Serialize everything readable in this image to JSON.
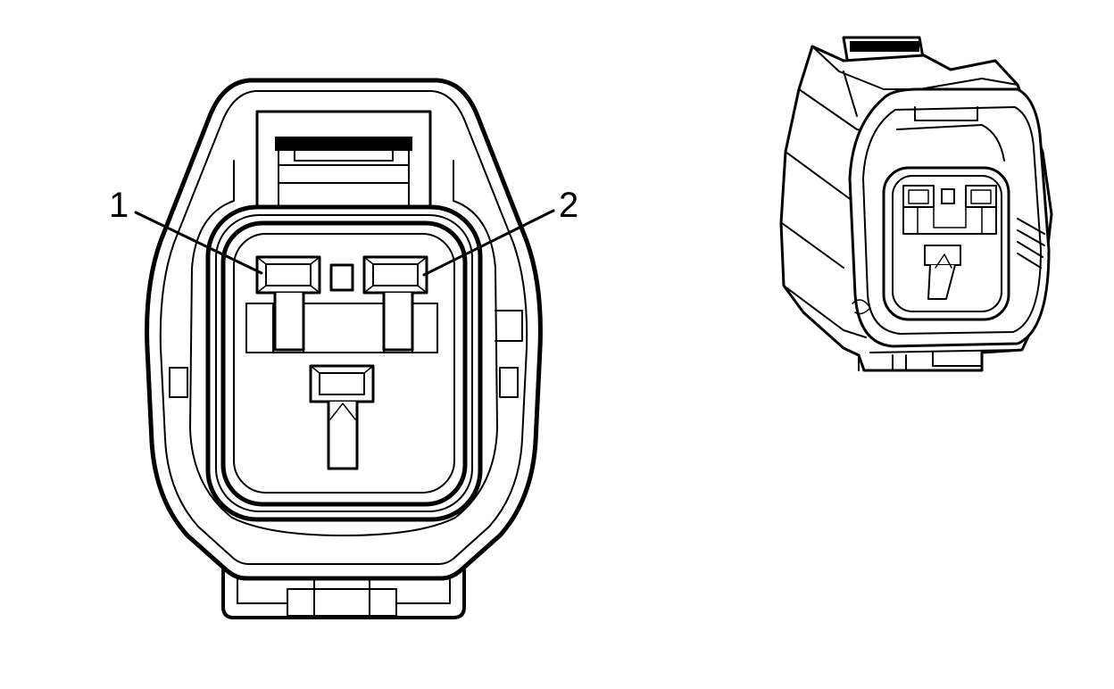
{
  "callouts": [
    {
      "id": "1",
      "text": "1"
    },
    {
      "id": "2",
      "text": "2"
    }
  ],
  "colors": {
    "line": "#000000",
    "background": "#ffffff"
  }
}
